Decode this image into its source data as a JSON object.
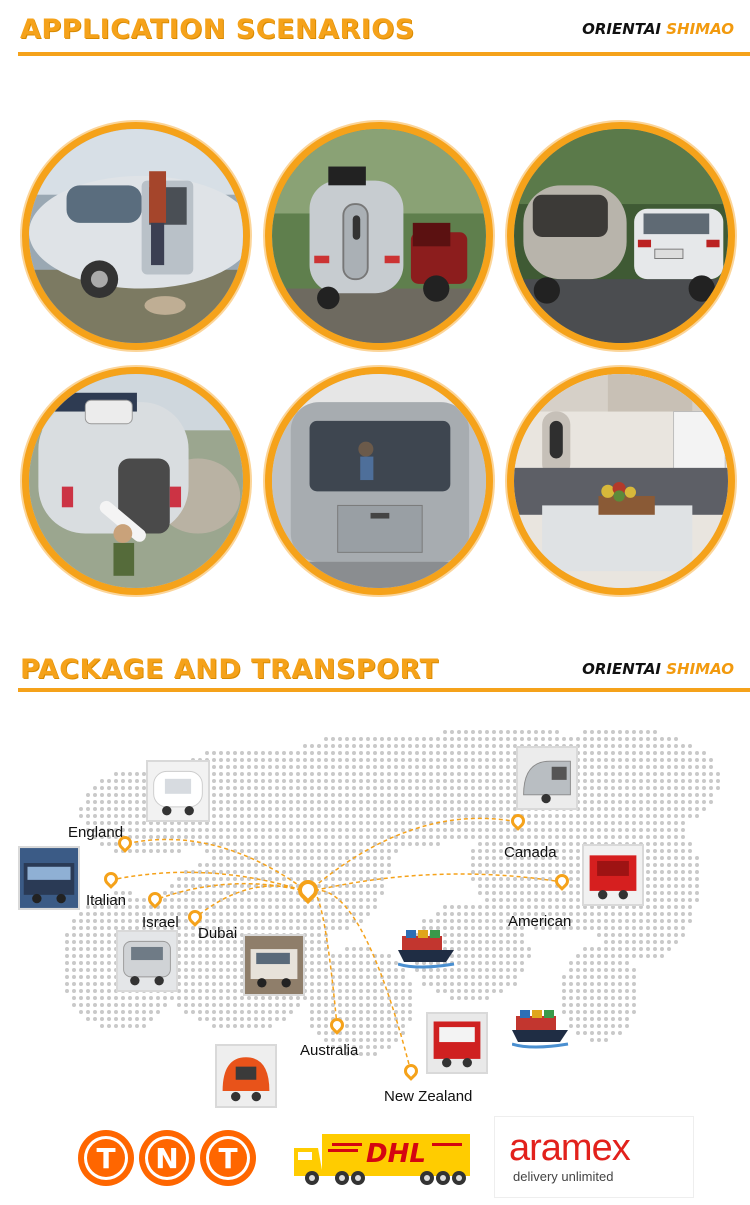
{
  "application_section": {
    "title": "APPLICATION SCENARIOS",
    "brand_prefix": "ORIENTAI ",
    "brand_accent": "SHIMAO",
    "photos": [
      {
        "icon": "trailer-with-man-and-dog-photo"
      },
      {
        "icon": "trailer-towed-by-red-pickup-photo"
      },
      {
        "icon": "trailer-towed-by-suv-photo"
      },
      {
        "icon": "trailer-unloading-rooftop-photo"
      },
      {
        "icon": "trailer-stainless-rear-photo"
      },
      {
        "icon": "trailer-interior-dinette-photo"
      }
    ]
  },
  "transport_section": {
    "title": "PACKAGE AND TRANSPORT",
    "brand_prefix": "ORIENTAI ",
    "brand_accent": "SHIMAO",
    "hub_icon": "origin-location-pin-icon",
    "destinations": [
      {
        "label": "England"
      },
      {
        "label": "Italian"
      },
      {
        "label": "Israel"
      },
      {
        "label": "Dubai"
      },
      {
        "label": "Canada"
      },
      {
        "label": "American"
      },
      {
        "label": "Australia"
      },
      {
        "label": "New Zealand"
      }
    ],
    "icons": {
      "ships": "cargo-ship-icon",
      "thumbs": "food-trailer-thumbnail"
    }
  },
  "carriers": {
    "tnt": "TNT",
    "dhl": "DHL",
    "aramex_name": "aramex",
    "aramex_tagline": "delivery unlimited"
  },
  "colors": {
    "accent": "#f5a21a",
    "dhl_yellow": "#ffcc00",
    "dhl_red": "#d40511",
    "tnt_orange": "#ff6600",
    "aramex_red": "#e2211c"
  }
}
